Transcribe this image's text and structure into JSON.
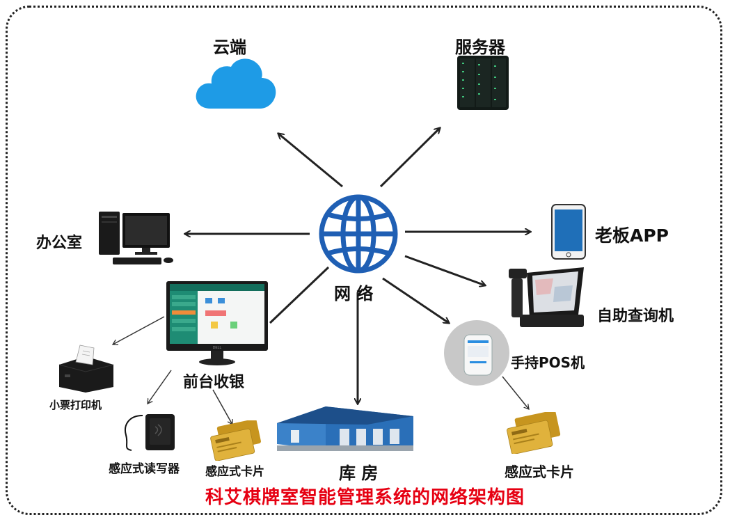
{
  "labels": {
    "cloud": "云端",
    "server": "服务器",
    "network": "网  络",
    "office": "办公室",
    "boss_app": "老板APP",
    "kiosk": "自助查询机",
    "front_desk": "前台收银",
    "handheld_pos": "手持POS机",
    "receipt_printer": "小票打印机",
    "card_reader": "感应式读写器",
    "card_left": "感应式卡片",
    "warehouse": "库  房",
    "card_right": "感应式卡片"
  },
  "title": "科艾棋牌室智能管理系统的网络架构图",
  "monitor_brand": "DELL",
  "colors": {
    "title": "#e60012",
    "globe": "#1f5fb4",
    "cloud": "#1e9be6",
    "warehouse": "#2a6fb8",
    "card_gold": "#d4a52c",
    "arrow": "#222222"
  }
}
